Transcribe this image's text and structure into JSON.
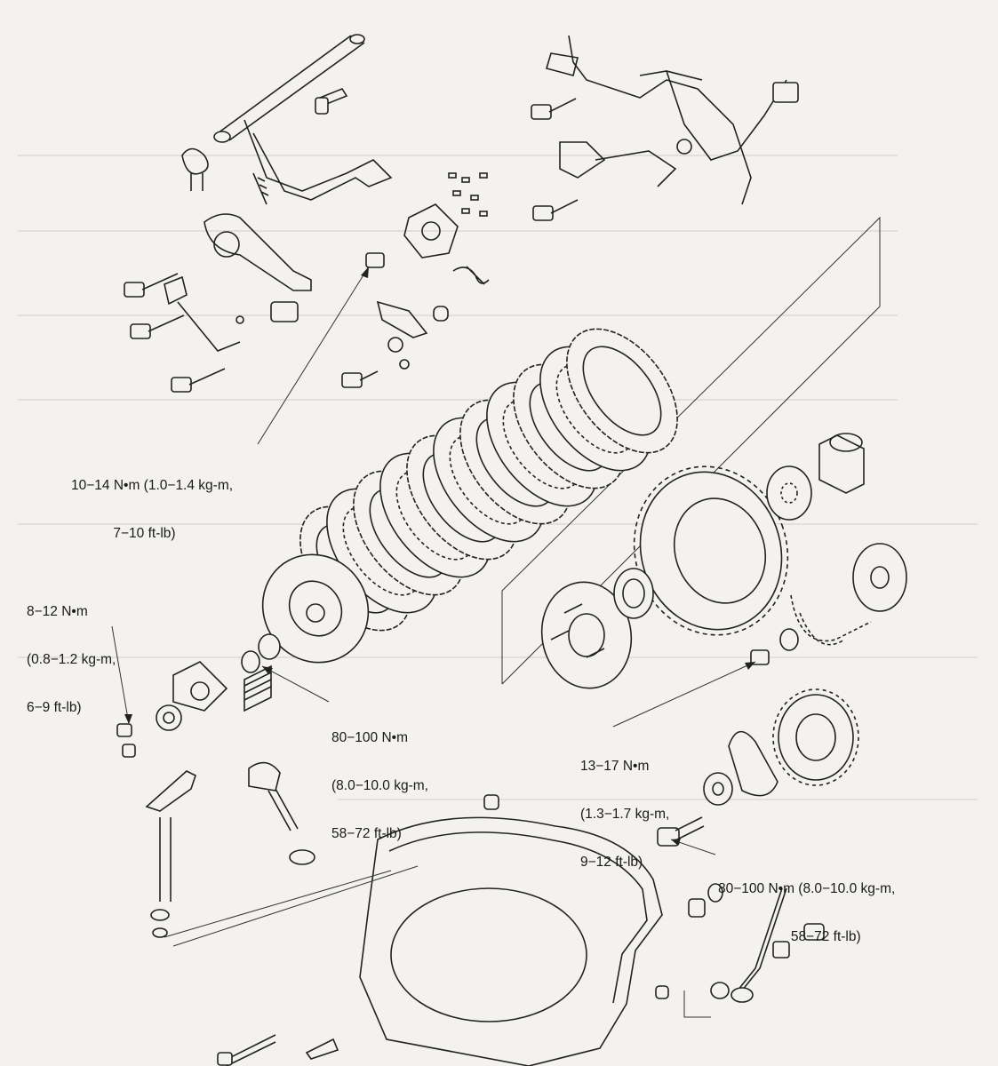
{
  "torque_labels": [
    {
      "id": "t1",
      "lines": [
        "10−14 N•m (1.0−1.4 kg-m,",
        "           7−10 ft-lb)"
      ]
    },
    {
      "id": "t2",
      "lines": [
        "8−12 N•m",
        "(0.8−1.2 kg-m,",
        "6−9 ft-lb)"
      ]
    },
    {
      "id": "t3",
      "lines": [
        "80−100 N•m",
        "(8.0−10.0 kg-m,",
        "58−72 ft-lb)"
      ]
    },
    {
      "id": "t4",
      "lines": [
        "13−17 N•m",
        "(1.3−1.7 kg-m,",
        "9−12 ft-lb)"
      ]
    },
    {
      "id": "t5",
      "lines": [
        "80−100 N•m (8.0−10.0 kg-m,",
        "                   58−72 ft-lb)"
      ]
    }
  ]
}
